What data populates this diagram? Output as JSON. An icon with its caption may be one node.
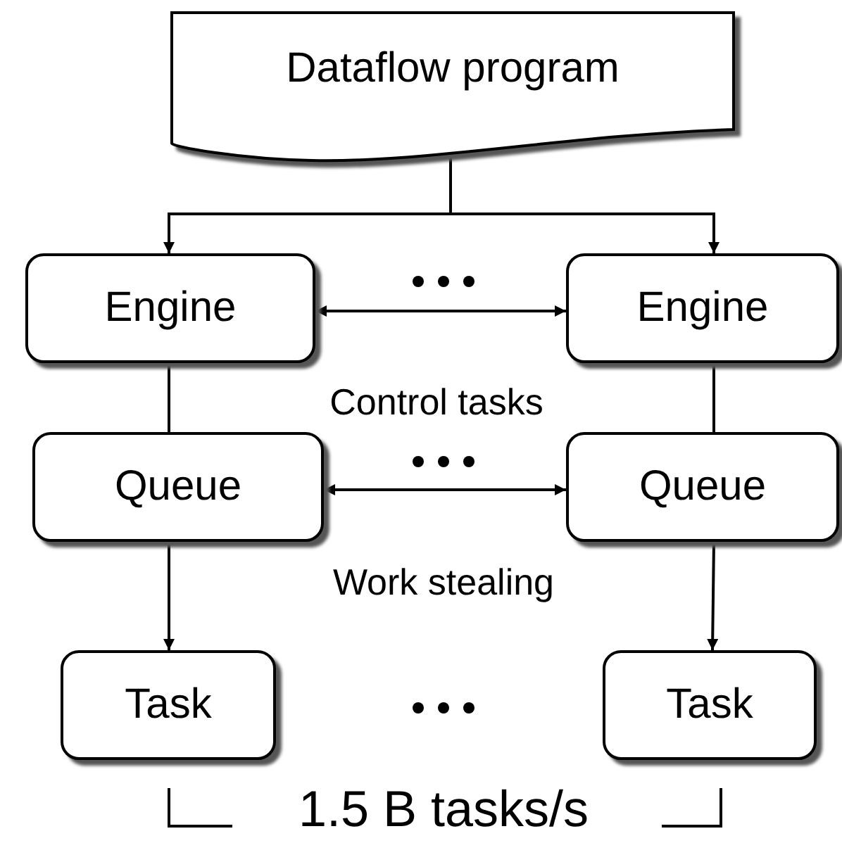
{
  "diagram": {
    "nodes": [
      {
        "text": [
          "Dataflow program"
        ]
      },
      {
        "text": [
          "Engine"
        ]
      },
      {
        "text": [
          "Engine"
        ]
      },
      {
        "text": [
          "Queue"
        ]
      },
      {
        "text": [
          "Queue"
        ]
      },
      {
        "text": [
          "Task"
        ]
      },
      {
        "text": [
          "Task"
        ]
      }
    ],
    "edges": [
      {
        "from": 0,
        "to": 1,
        "arrow": "to"
      },
      {
        "from": 0,
        "to": 2,
        "arrow": "to"
      },
      {
        "from": 1,
        "to": 2,
        "arrow": "both"
      },
      {
        "from": 1,
        "to": 3,
        "arrow": "none"
      },
      {
        "from": 2,
        "to": 4,
        "arrow": "none"
      },
      {
        "from": 3,
        "to": 4,
        "arrow": "both"
      },
      {
        "from": 3,
        "to": 5,
        "arrow": "to"
      },
      {
        "from": 4,
        "to": 6,
        "arrow": "to"
      }
    ],
    "labels": [
      "Control tasks",
      "Work stealing",
      "1.5 B tasks/s"
    ]
  }
}
